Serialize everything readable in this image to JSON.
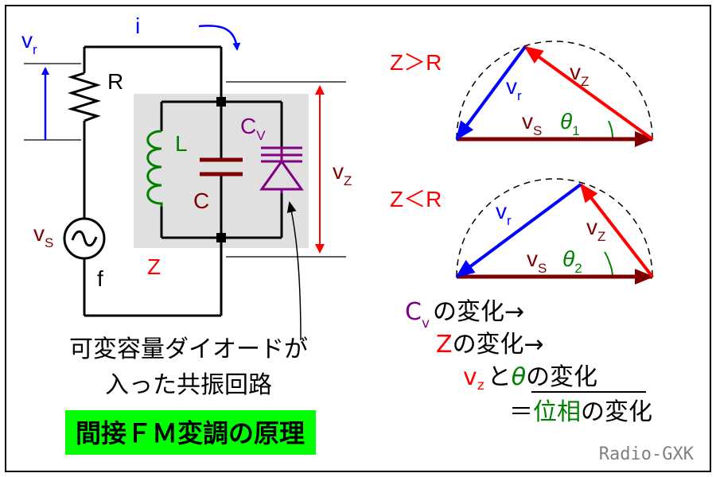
{
  "circuit": {
    "current": "i",
    "vr": {
      "main": "v",
      "sub": "r"
    },
    "resistor": "R",
    "vs": {
      "main": "v",
      "sub": "S"
    },
    "freq": "f",
    "inductor": "L",
    "capacitor": "C",
    "varicap": {
      "main": "C",
      "sub": "V"
    },
    "impedance": "Z",
    "vz": {
      "main": "v",
      "sub": "Z"
    }
  },
  "caption": {
    "line1": "可変容量ダイオードが",
    "line2": "入った共振回路"
  },
  "title": "間接ＦＭ変調の原理",
  "phasor_top": {
    "condition": "Z＞R",
    "vr": {
      "main": "v",
      "sub": "r"
    },
    "vz": {
      "main": "v",
      "sub": "Z"
    },
    "vs": {
      "main": "v",
      "sub": "S"
    },
    "theta": {
      "main": "θ",
      "sub": "1"
    }
  },
  "phasor_bottom": {
    "condition": "Z＜R",
    "vr": {
      "main": "v",
      "sub": "r"
    },
    "vz": {
      "main": "v",
      "sub": "Z"
    },
    "vs": {
      "main": "v",
      "sub": "S"
    },
    "theta": {
      "main": "θ",
      "sub": "2"
    }
  },
  "explain": {
    "l1_sym": "C",
    "l1_sub": "v",
    "l1_text": "の変化→",
    "l2_sym": "Z",
    "l2_text": "の変化→",
    "l3_sym": "v",
    "l3_sub": "z",
    "l3_and": "と",
    "l3_theta": "θ",
    "l3_text": "の変化",
    "l4_eq": "＝",
    "l4_phase": "位相",
    "l4_text": "の変化"
  },
  "credit": "Radio-GXK",
  "colors": {
    "red": "#ff0000",
    "blue": "#0000ff",
    "maroon": "#800000",
    "green": "#008000",
    "purple": "#800080",
    "gray": "#e0e0e0",
    "title_bg": "#00ff00"
  }
}
